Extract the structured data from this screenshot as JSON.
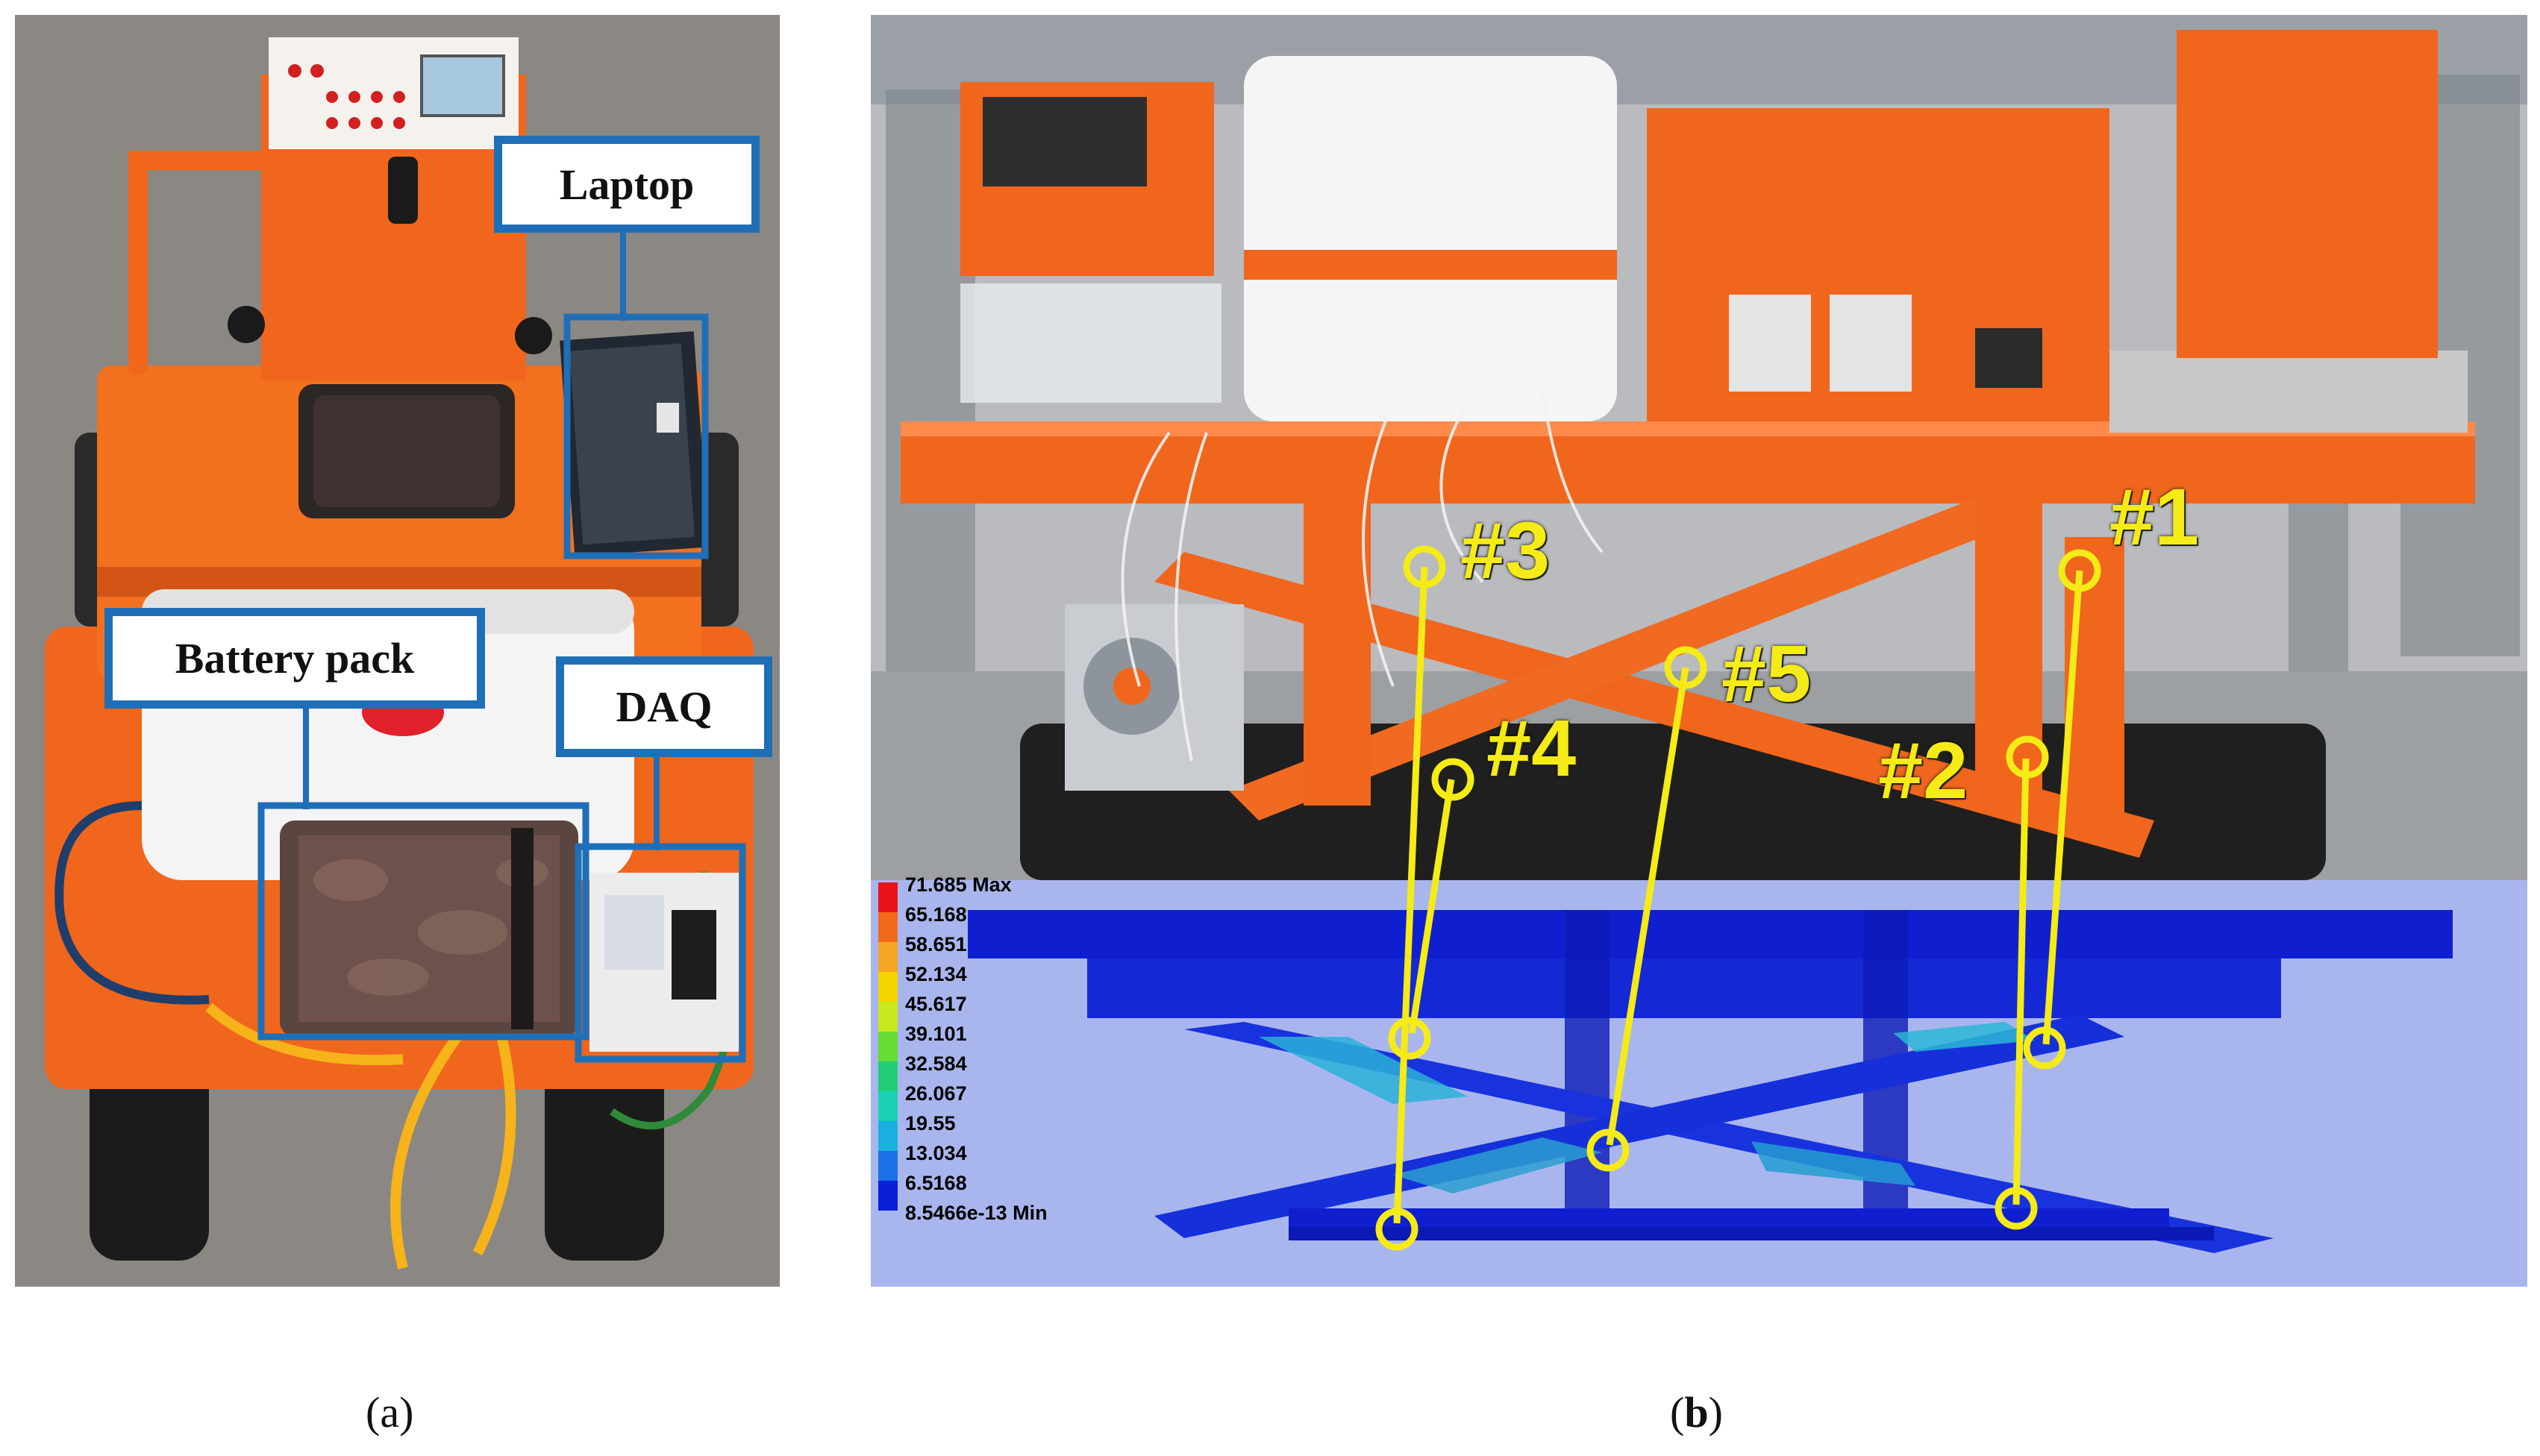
{
  "panel_a": {
    "callouts": {
      "laptop": "Laptop",
      "battery": "Battery pack",
      "daq": "DAQ"
    },
    "label": {
      "open": "(",
      "letter": "a",
      "close": ")"
    }
  },
  "panel_b": {
    "sensors": [
      "#1",
      "#2",
      "#3",
      "#4",
      "#5"
    ],
    "legend": {
      "max": "71.685 Max",
      "values": [
        "65.168",
        "58.651",
        "52.134",
        "45.617",
        "39.101",
        "32.584",
        "26.067",
        "19.55",
        "13.034",
        "6.5168"
      ],
      "min": "8.5466e-13 Min",
      "colors": [
        "#e8141a",
        "#f26a1c",
        "#f5a623",
        "#f5d400",
        "#c9e81e",
        "#66dd33",
        "#22cc77",
        "#19d0b5",
        "#19b0e0",
        "#1a70e6",
        "#0a1fd8"
      ]
    },
    "label": {
      "open": "(",
      "letter": "b",
      "close": ")"
    }
  },
  "colors": {
    "callout_border": "#1f6fb8",
    "sensor_marker": "#f5eb16",
    "vehicle_orange": "#f0661d",
    "fea_background": "#a9b6ee",
    "fea_structure": "#0f1fd0"
  }
}
